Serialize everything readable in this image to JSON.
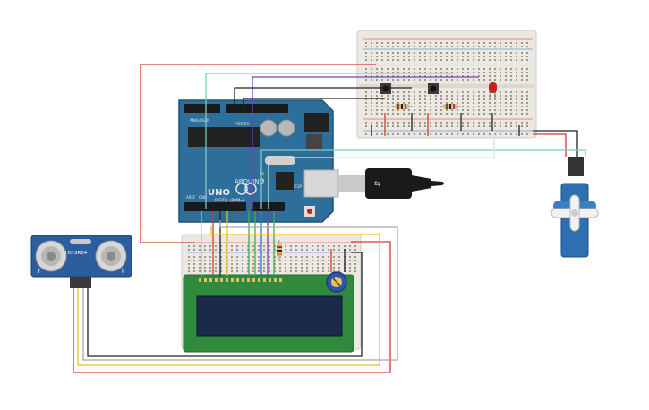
{
  "colors": {
    "board": "#2d6f9a",
    "board_dark": "#1f5478",
    "breadboard": "#e9e6df",
    "wire_red": "#d33a32",
    "wire_black": "#222222",
    "wire_yellow": "#e8c21a",
    "wire_teal": "#7fc8c8",
    "wire_purple": "#7a3fb5",
    "wire_green": "#3fae4a",
    "wire_blue": "#3b6fd1",
    "wire_gray": "#a8a8a8",
    "lcd_green": "#2f8a3e",
    "lcd_screen": "#1c2a4a",
    "servo_blue": "#2d6fb0",
    "led_red": "#c4221b"
  },
  "arduino": {
    "model": "UNO",
    "brand": "ARDUINO",
    "power_label": "POWER",
    "digital_label": "DIGITAL (PWM~)",
    "analog_label": "ANALOG IN",
    "icsp_label": "ICSP",
    "tx_label": "TX",
    "rx_label": "RX",
    "l_label": "L",
    "aref_label": "AREF",
    "gnd_label": "GND"
  },
  "sensor": {
    "model": "HC-SR04",
    "t_label": "T",
    "r_label": "R"
  },
  "components": {
    "usb_cable": "usb-cable",
    "pot": "potentiometer",
    "lcd": "lcd-16x2",
    "servo": "micro-servo",
    "led": "red-led",
    "buttons": [
      "pushbutton-1",
      "pushbutton-2"
    ],
    "resistors": [
      "resistor-1",
      "resistor-2",
      "resistor-3"
    ]
  }
}
